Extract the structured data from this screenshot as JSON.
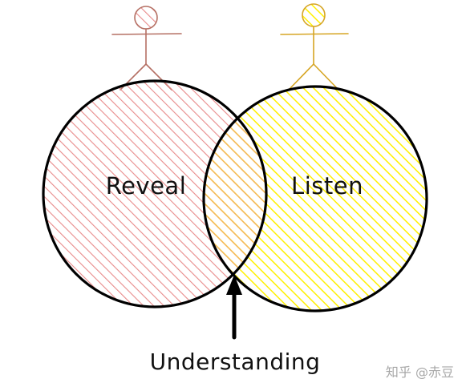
{
  "diagram": {
    "left_circle_label": "Reveal",
    "right_circle_label": "Listen",
    "intersection_caption": "Understanding"
  },
  "watermark": {
    "text": "知乎 @赤豆"
  },
  "colors": {
    "left_fill": "#e88a8a",
    "right_fill": "#ffe000",
    "left_figure": "#b57064",
    "right_figure": "#d6a523",
    "outline": "#000000",
    "watermark": "#a8a8a8"
  },
  "icons": {
    "left_figure": "stick-figure-icon",
    "right_figure": "stick-figure-icon",
    "arrow": "arrow-up-icon"
  }
}
